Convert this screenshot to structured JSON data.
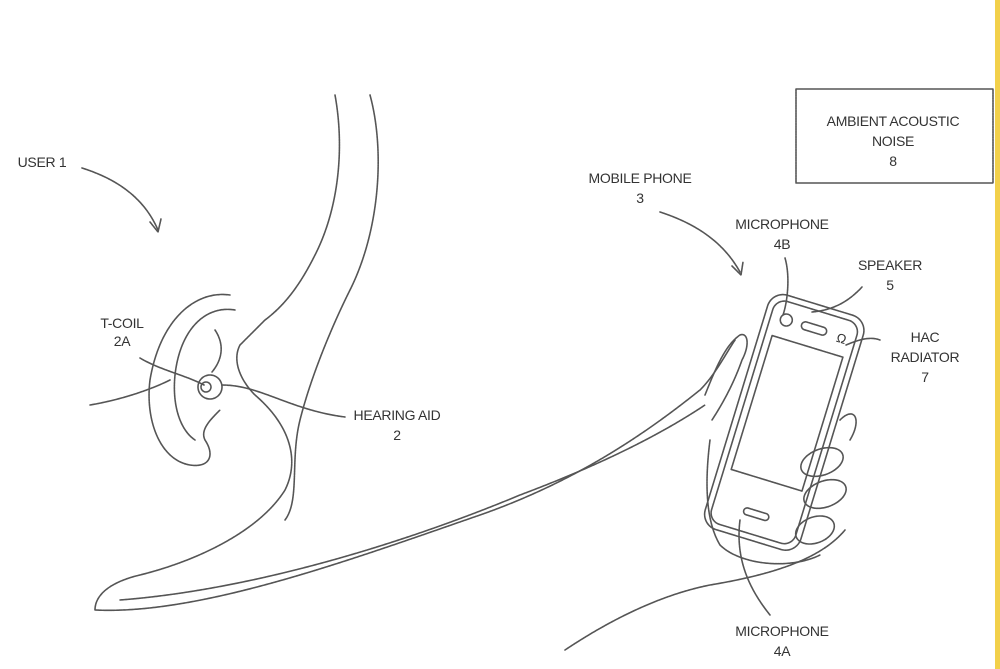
{
  "labels": {
    "user": "USER 1",
    "tcoil": {
      "name": "T-COIL",
      "ref": "2A"
    },
    "hearing_aid": {
      "name": "HEARING AID",
      "ref": "2"
    },
    "mobile_phone": {
      "name": "MOBILE PHONE",
      "ref": "3"
    },
    "microphone_top": {
      "name": "MICROPHONE",
      "ref": "4B"
    },
    "speaker": {
      "name": "SPEAKER",
      "ref": "5"
    },
    "hac_radiator": {
      "name": "HAC",
      "name2": "RADIATOR",
      "ref": "7"
    },
    "ambient_noise": {
      "name": "AMBIENT ACOUSTIC",
      "name2": "NOISE",
      "ref": "8"
    },
    "microphone_bottom": {
      "name": "MICROPHONE",
      "ref": "4A"
    }
  },
  "colors": {
    "line": "#555555",
    "edge": "#f2d04a"
  }
}
